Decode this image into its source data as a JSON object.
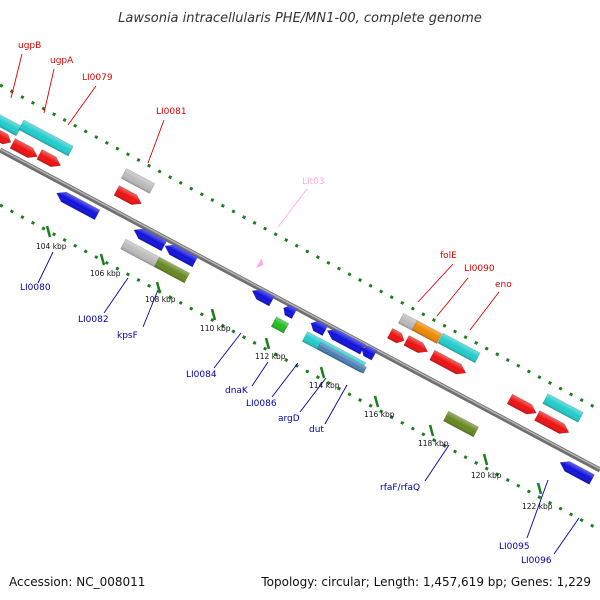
{
  "title": "Lawsonia intracellularis PHE/MN1-00, complete genome",
  "footer": {
    "accession": "Accession: NC_008011",
    "topology": "Topology: circular; Length: 1,457,619 bp; Genes: 1,229"
  },
  "colors": {
    "backbone": "#8a8a8a",
    "forward_label": "#dd0000",
    "reverse_label": "#0000aa",
    "rna_label": "#ffaadd",
    "tick_mark": "#1e7d1e",
    "cyan": "#22cccc",
    "red": "#ee1111",
    "blue": "#1111dd",
    "gray": "#bbbbbb",
    "orange": "#ee8800",
    "olive": "#668822",
    "green": "#22bb22",
    "pink": "#ffaadd"
  },
  "tick_labels": [
    "104 kbp",
    "106 kbp",
    "108 kbp",
    "110 kbp",
    "112 kbp",
    "114 kbp",
    "116 kbp",
    "118 kbp",
    "120 kbp",
    "122 kbp"
  ],
  "forward_labels": [
    "ugpB",
    "ugpA",
    "LI0079",
    "LI0081",
    "folE",
    "LI0090",
    "eno"
  ],
  "rna_labels": [
    "LIt03"
  ],
  "reverse_labels": [
    "LI0080",
    "LI0082",
    "kpsF",
    "LI0084",
    "dnaK",
    "LI0086",
    "argD",
    "dut",
    "rfaF/rfaQ",
    "LI0095",
    "LI0096"
  ]
}
